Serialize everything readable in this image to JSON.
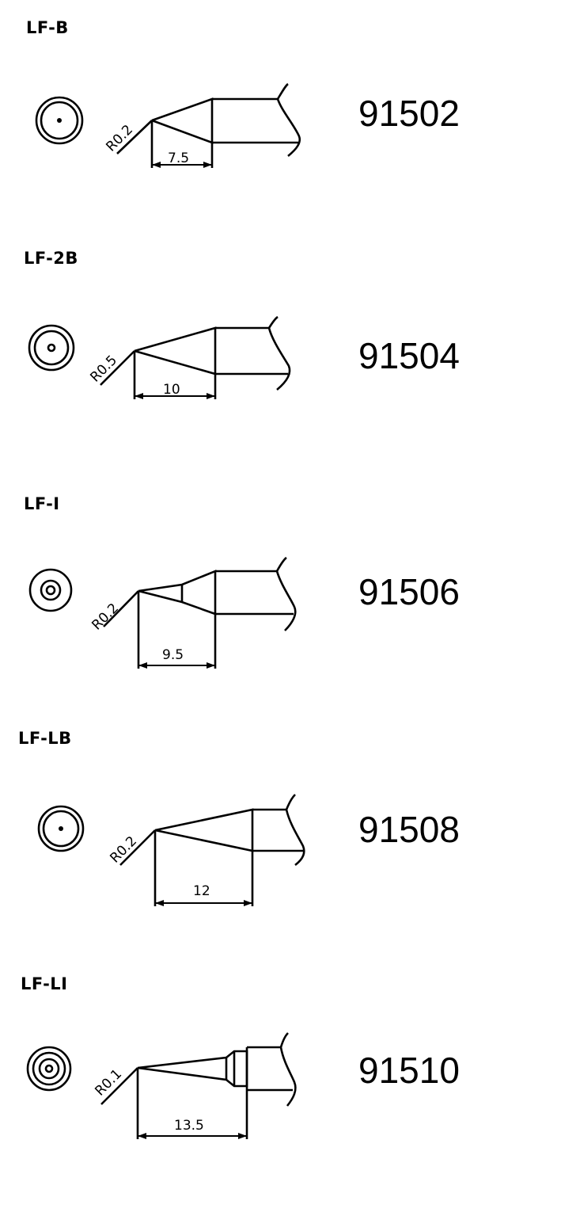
{
  "tips": [
    {
      "name": "LF-B",
      "radius_label": "R0.2",
      "length_label": "7.5",
      "part_number": "91502"
    },
    {
      "name": "LF-2B",
      "radius_label": "R0.5",
      "length_label": "10",
      "part_number": "91504"
    },
    {
      "name": "LF-I",
      "radius_label": "R0.2",
      "length_label": "9.5",
      "part_number": "91506"
    },
    {
      "name": "LF-LB",
      "radius_label": "R0.2",
      "length_label": "12",
      "part_number": "91508"
    },
    {
      "name": "LF-LI",
      "radius_label": "R0.1",
      "length_label": "13.5",
      "part_number": "91510"
    }
  ]
}
